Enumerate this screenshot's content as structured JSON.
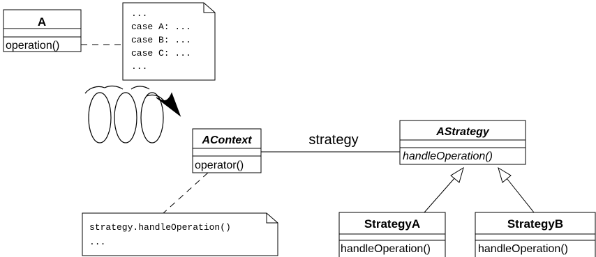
{
  "class_a": {
    "name": "A",
    "operation": "operation()"
  },
  "switch_note": {
    "lines": [
      "...",
      "case A: ...",
      "case B: ...",
      "case C: ...",
      "..."
    ]
  },
  "context": {
    "name": "AContext",
    "operation": "operator()"
  },
  "association": {
    "label": "strategy"
  },
  "strategy": {
    "name": "AStrategy",
    "operation": "handleOperation()"
  },
  "strategy_a": {
    "name": "StrategyA",
    "operation": "handleOperation()"
  },
  "strategy_b": {
    "name": "StrategyB",
    "operation": "handleOperation()"
  },
  "delegate_note": {
    "lines": [
      "strategy.handleOperation()",
      "..."
    ]
  }
}
